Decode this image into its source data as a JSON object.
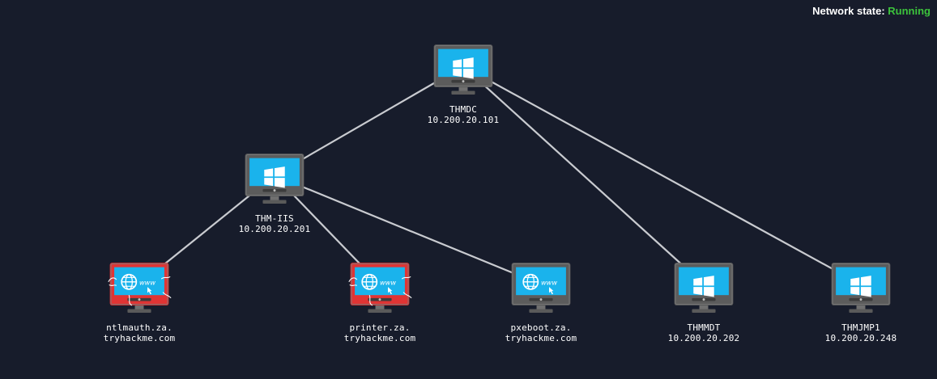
{
  "status": {
    "label": "Network state:",
    "value": "Running",
    "value_color": "#3cc33c"
  },
  "colors": {
    "background": "#171c2b",
    "link": "#c9cbd0",
    "screen": "#1ab3ec",
    "bezel": "#5c5c5c",
    "alert_bezel": "#e03434"
  },
  "nodes": [
    {
      "id": "thmdc",
      "icon": "windows-logo-icon",
      "line1": "THMDC",
      "line2": "10.200.20.101",
      "alert": false
    },
    {
      "id": "thm-iis",
      "icon": "windows-logo-icon",
      "line1": "THM-IIS",
      "line2": "10.200.20.201",
      "alert": false
    },
    {
      "id": "ntlmauth",
      "icon": "web-globe-icon",
      "line1": "ntlmauth.za.",
      "line2": "tryhackme.com",
      "alert": true
    },
    {
      "id": "printer",
      "icon": "web-globe-icon",
      "line1": "printer.za.",
      "line2": "tryhackme.com",
      "alert": true
    },
    {
      "id": "pxeboot",
      "icon": "web-globe-icon",
      "line1": "pxeboot.za.",
      "line2": "tryhackme.com",
      "alert": false
    },
    {
      "id": "thmmdt",
      "icon": "windows-logo-icon",
      "line1": "THMMDT",
      "line2": "10.200.20.202",
      "alert": false
    },
    {
      "id": "thmjmp1",
      "icon": "windows-logo-icon",
      "line1": "THMJMP1",
      "line2": "10.200.20.248",
      "alert": false
    }
  ],
  "links": [
    {
      "from": "thmdc",
      "to": "thm-iis"
    },
    {
      "from": "thmdc",
      "to": "thmmdt"
    },
    {
      "from": "thmdc",
      "to": "thmjmp1"
    },
    {
      "from": "thm-iis",
      "to": "ntlmauth"
    },
    {
      "from": "thm-iis",
      "to": "printer"
    },
    {
      "from": "thm-iis",
      "to": "pxeboot"
    }
  ]
}
